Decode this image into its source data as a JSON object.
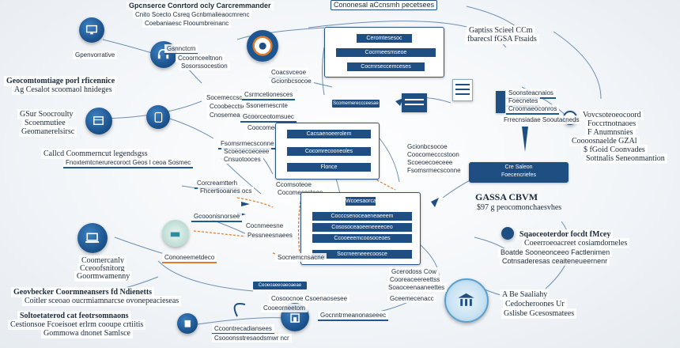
{
  "labels": {
    "top_center": "Gpcnserce Conrtord ocly Carcremmander",
    "top_center_sub": "Cnito Scecto Csreq Gcnbmalieaocmrenc",
    "top_center_sub2": "Coebaniaesc Flooumbreinanc",
    "top_right_banner": "Cononesal aCcnsmh pecetsees",
    "top_right": "Gaptiss Scieel CCm",
    "top_right_2": "fbarecsl fGSA Ftsaids",
    "left_icon_label": "Gpenvorrative",
    "left_1": "Geocomtomtiage porl rficennice",
    "left_1b": "Ag Cesalot scoomaol hnideges",
    "left_2": "GSur Soocroulty",
    "left_2b": "Scoenmutiee",
    "left_2c": "Geomanerelsirsc",
    "left_3": "Callcd Coommerncut legendsgss",
    "left_3b": "Fnoxtemtcnerurecoroct Geos l ceoa Sosmec",
    "left_4": "Coomercanly",
    "left_4b": "Cceoofsnitorg",
    "left_4c": "Goormwamenny",
    "left_5": "Geovbecker Coormneansers fd Ndienetts",
    "left_5b": "Coitler sceoao oucrmiamnarcse ovonepeacieseas",
    "left_6": "Soltoetaterod cat feotrsomnaons",
    "left_6b": "Cestionsoe Fcoeisoet erlrm cooupe crtiitis",
    "left_6c": "Gommowa dnonet Samlsce",
    "mid_small_1": "Gsnnctcrn",
    "mid_small_2": "Ccoornceeltnon",
    "mid_small_3": "Sosorssocestion",
    "mid_small_4": "Coacsvceoe",
    "mid_small_5": "Gcionbcsocoe",
    "mid_small_6": "Socemeccscie",
    "mid_small_7": "Csrmcetionesces",
    "mid_small_8": "Ccoobecctse",
    "mid_small_9": "Ssonemescnte",
    "mid_small_10": "Cnosemearcoton",
    "mid_small_11": "Gcoorceotomsuec",
    "mid_small_12": "Coocomecccstoon",
    "mid_small_13": "Fsomsrmecsconne",
    "mid_small_14": "Scoeoecoeceee",
    "mid_small_15": "Cnsuotooces",
    "mid_small_16": "Corcreamtterh",
    "mid_small_17": "Fhcertiooanes ocs",
    "mid_small_18": "Cononeemetdeco",
    "center_a": "Ccomsoteoe",
    "center_b": "Cocomeccsteoe",
    "center_c": "Gcooonisnorsee",
    "center_d": "Cocnmeesne",
    "center_e": "Pessneesnaees",
    "right_box_title": "Cre Saleon",
    "right_box_sub": "Foecencriefes",
    "right_main_1": "GASSA CBVM",
    "right_main_2": "$97 g peocomonchaesvhes",
    "right_mid_1": "Vovcsoteoeocoord",
    "right_mid_2": "Foccrtnotnaoes",
    "right_mid_3": "F Anumnsnies",
    "right_mid_4": "Coooosnaelde GZAl",
    "right_mid_5": "$ fGoid Coonvades",
    "right_mid_6": "Sottnalis Seneonmantion",
    "right_strip_1": "Soonsteacnaios",
    "right_strip_2": "Foecnetes",
    "right_strip_3": "Croomaeoconros",
    "right_strip_4": "Frrecnsiadae Sooutacneds",
    "right_low_1": "Sqaoceoterdor focdt fMcey",
    "right_low_2": "Coeerroeoacreet cosiamdorneles",
    "right_low_3": "Boatde Sooneonceeo Factlenimen",
    "right_low_4": "Cotnsaderesas ceaiteneueernenr",
    "right_bottom_1": "A Be Saaliahy",
    "right_bottom_2": "Cedocheroones Ur",
    "right_bottom_3": "Gslisbe Gcesosmatees",
    "bottom_1": "Gcerodoss Cow",
    "bottom_1b": "Cooreaceereettss",
    "bottom_1c": "Soaoceenaaneettes",
    "bottom_2": "Ccoontrecadiansees",
    "bottom_3": "Gocnntrmeanonaseeec",
    "bottom_4": "Csooonsstresaodsmwr ncr",
    "bottom_5": "Cosoocnoe Csoenaosesee",
    "bottom_center_a": "Gceemecenacc",
    "bottom_center_b": "Cooeorneetom",
    "bottom_center_c": "Socnemcnsacne"
  },
  "bars": {
    "b1": "Ceromtesesoc",
    "b2": "Cocrmeesmseoe",
    "b3": "Cocrnrseccemceses",
    "b4": "Scomemereccceesae",
    "b5": "Cacsaenoeerolem",
    "b6": "Cocomrecooneoles",
    "b7": "Flonce",
    "b8": "Wcoesaorcaeoerecernoaeoce",
    "b9": "Cocccsenoceaeneaeeem",
    "b10": "Cososoceaoeeneeeeceo",
    "b11": "Ccooeeemcoosoceoes",
    "b12": "Socrneeneeecoosce",
    "b13": "Ceoeoaeeoaeoaeae"
  },
  "colors": {
    "navy": "#1f4f82",
    "orange": "#e07b2a",
    "line": "#5a7fa6",
    "accent_teal": "#2f8a9e"
  },
  "icons": {
    "i1": "monitor-icon",
    "i2": "headset-icon",
    "i3": "globe-badge-icon",
    "i4": "shield-server-icon",
    "i5": "cloud-dial-icon",
    "i6": "laptop-icon",
    "i7": "desk-icon",
    "i8": "file-stack-icon",
    "i9": "chip-icon",
    "i10": "building-icon",
    "i11": "document-icon",
    "i12": "pin-icon",
    "i13": "bank-icon"
  }
}
